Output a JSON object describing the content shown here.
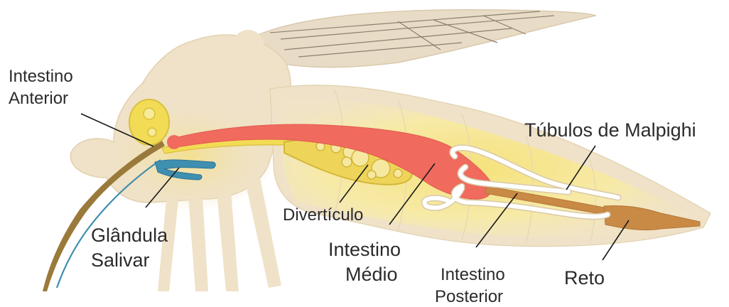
{
  "labels": {
    "intestino_anterior": {
      "line1": "Intestino",
      "line2": "Anterior"
    },
    "glandula_salivar": {
      "line1": "Glândula",
      "line2": "Salivar"
    },
    "diverticulo": "Divertículo",
    "intestino_medio": {
      "line1": "Intestino",
      "line2": "Médio"
    },
    "intestino_posterior": {
      "line1": "Intestino",
      "line2": "Posterior"
    },
    "tubulos_malpighi": "Túbulos de Malpighi",
    "reto": "Reto"
  },
  "colors": {
    "body": "#efe2c8",
    "body_outline": "#e2d0ae",
    "wing": "#e9dcc6",
    "wing_vein": "#8a7f70",
    "abdomen_glow": "#f6e79a",
    "gut_yellow": "#f2dc55",
    "diverticulum": "#eed55a",
    "midgut": "#f06a5e",
    "hindgut": "#c98a45",
    "rectum": "#c98a45",
    "salivary_gland": "#3f8fb0",
    "malpighian_tubules": "#ffffff",
    "tubule_outline": "#d9c9a8"
  }
}
